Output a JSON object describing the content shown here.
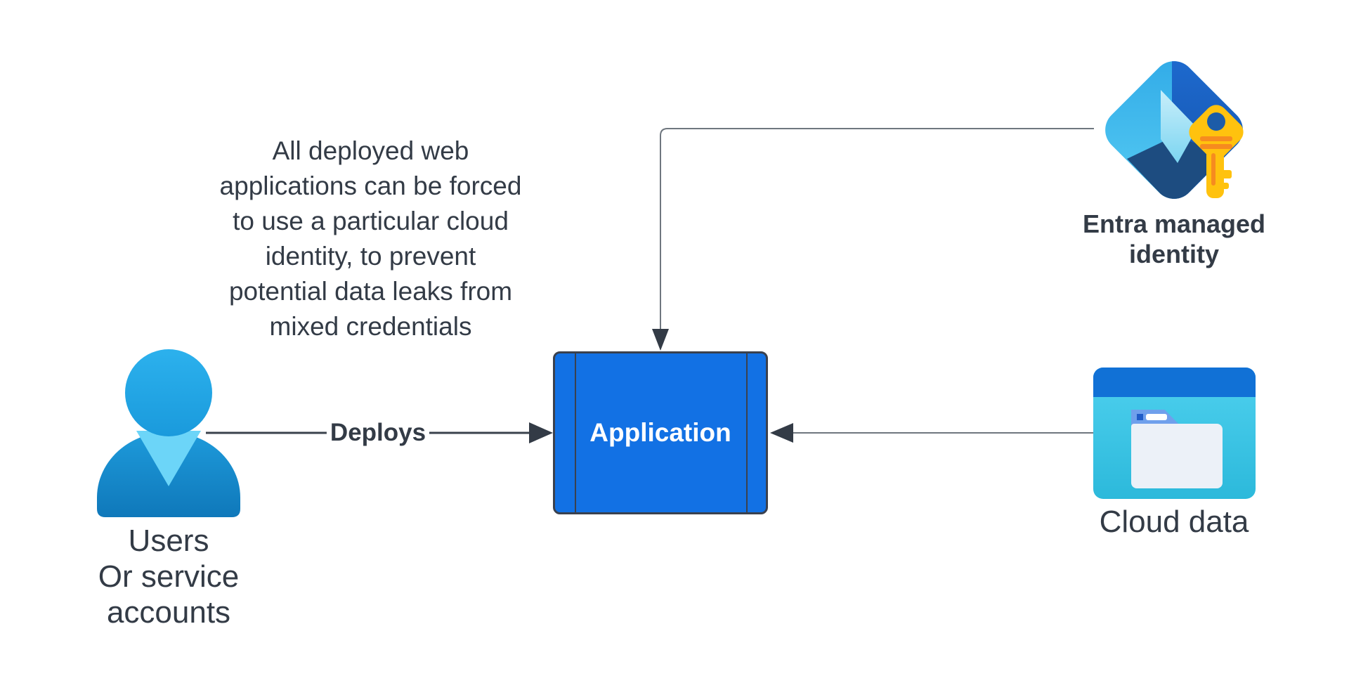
{
  "annotation": {
    "text": "All deployed web\napplications can be forced\nto use a particular cloud\nidentity, to prevent\npotential data leaks from\nmixed credentials"
  },
  "nodes": {
    "users": {
      "label": "Users\nOr service\naccounts"
    },
    "application": {
      "label": "Application"
    },
    "entra": {
      "label": "Entra managed\nidentity"
    },
    "cloud": {
      "label": "Cloud data"
    }
  },
  "edges": {
    "deploys": {
      "label": "Deploys",
      "from": "users",
      "to": "application"
    },
    "entra_to_application": {
      "from": "entra",
      "to": "application"
    },
    "cloud_to_application": {
      "from": "cloud",
      "to": "application"
    }
  },
  "icons": {
    "users": "person-icon",
    "entra": "entra-managed-identity-icon",
    "key": "key-icon",
    "cloud": "cloud-data-window-icon",
    "folder": "folder-icon"
  },
  "colors": {
    "background": "#FFFFFF",
    "text": "#333B46",
    "connector_line": "#6F777F",
    "deploys_line": "#3A424C",
    "arrowhead": "#333B46",
    "application_fill": "#1271E4",
    "application_border": "#3A414E",
    "person_head": "#2CB1ED",
    "person_body": "#1387C8",
    "person_collar": "#6CD5F8",
    "entra_light_blue": "#2FA9E7",
    "entra_royal_blue": "#1E6BD0",
    "entra_navy": "#1D4C80",
    "entra_pale": "#C9EEFA",
    "key_gold": "#FFC20E",
    "key_accent": "#F68B1F",
    "cloud_header": "#1171D6",
    "cloud_body": "#3EC9E8",
    "folder_tab": "#6FA0EC",
    "folder_body": "#ECF1F8"
  }
}
